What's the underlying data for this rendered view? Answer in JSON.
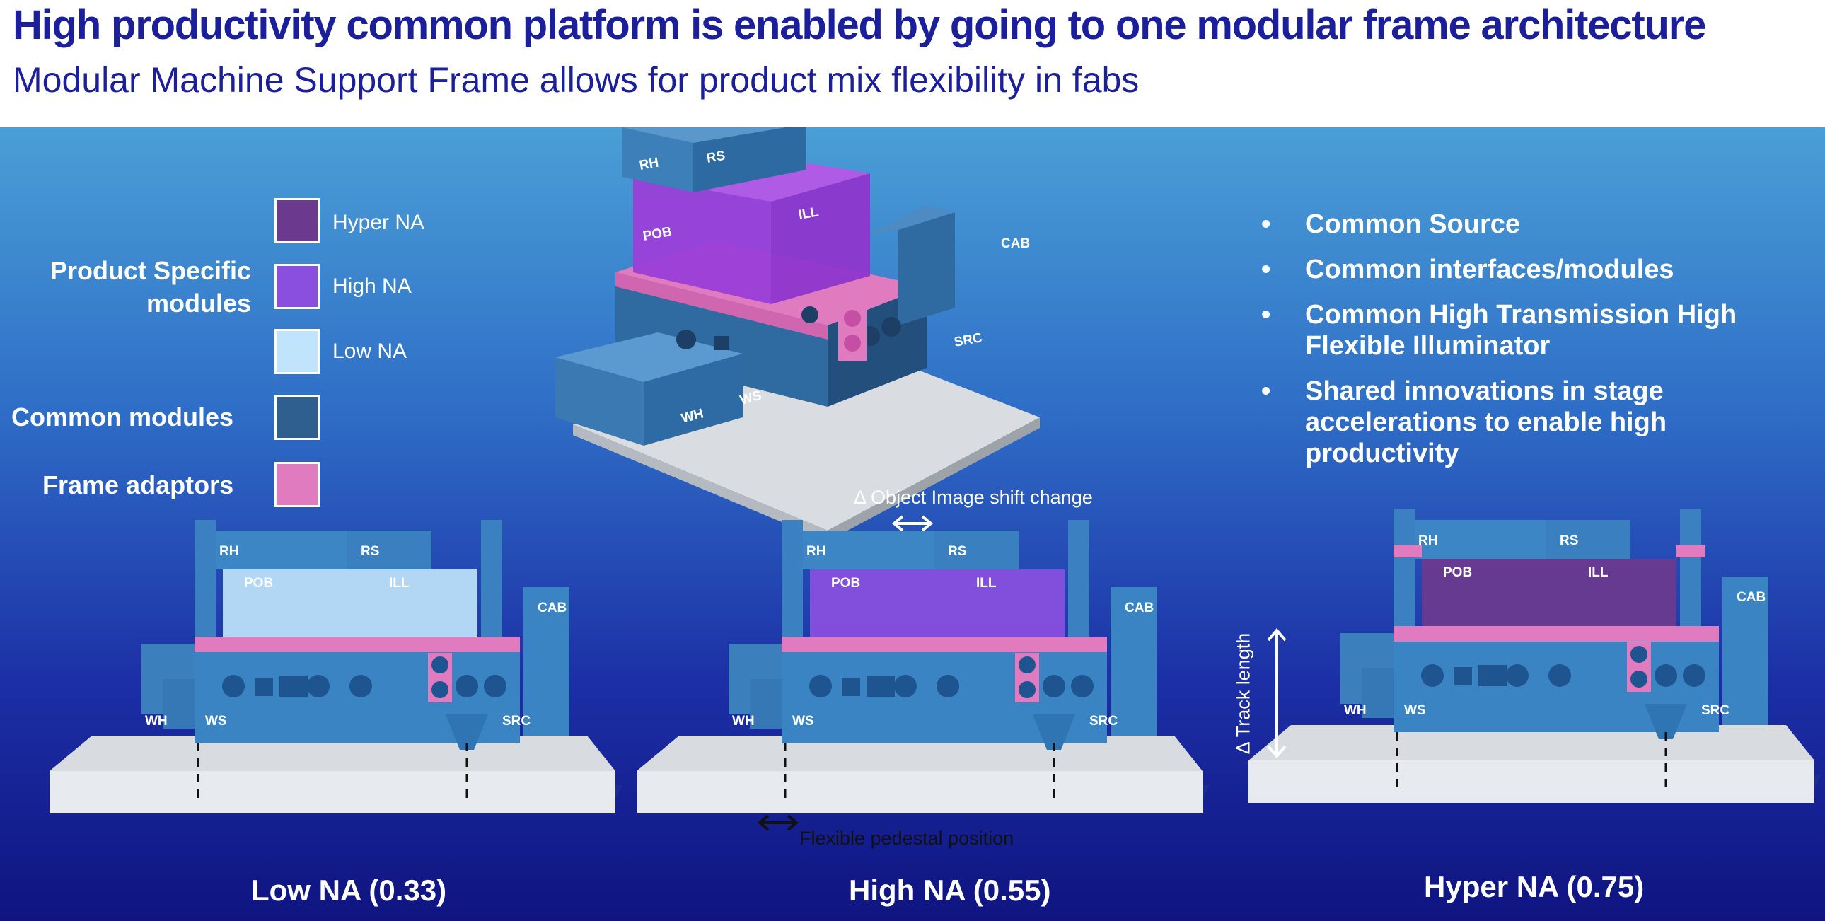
{
  "header": {
    "title": "High productivity common platform is enabled by going to one modular frame architecture",
    "subtitle": "Modular Machine Support Frame allows for product mix flexibility in fabs"
  },
  "legend": {
    "product_specific": "Product Specific modules",
    "hyper_na": "Hyper NA",
    "high_na": "High NA",
    "low_na": "Low NA",
    "common_modules": "Common modules",
    "frame_adaptors": "Frame adaptors",
    "colors": {
      "hyper_na": "#6b3a8f",
      "high_na": "#8b4fe0",
      "low_na": "#bfe4fb",
      "common": "#2e5f8e",
      "adaptor": "#e07bc0"
    }
  },
  "bullets": [
    "Common Source",
    "Common interfaces/modules",
    "Common High Transmission High Flexible Illuminator",
    "Shared innovations in stage accelerations to enable high productivity"
  ],
  "bullet_marker": "•",
  "module_labels": {
    "rh": "RH",
    "rs": "RS",
    "pob": "POB",
    "ill": "ILL",
    "cab": "CAB",
    "wh": "WH",
    "ws": "WS",
    "src": "SRC"
  },
  "annotations": {
    "shift_change": "Δ Object Image shift change",
    "pedestal": "Flexible pedestal position",
    "track_length": "Δ Track length"
  },
  "captions": {
    "low": "Low NA (0.33)",
    "high": "High NA (0.55)",
    "hyper": "Hyper NA (0.75)"
  }
}
